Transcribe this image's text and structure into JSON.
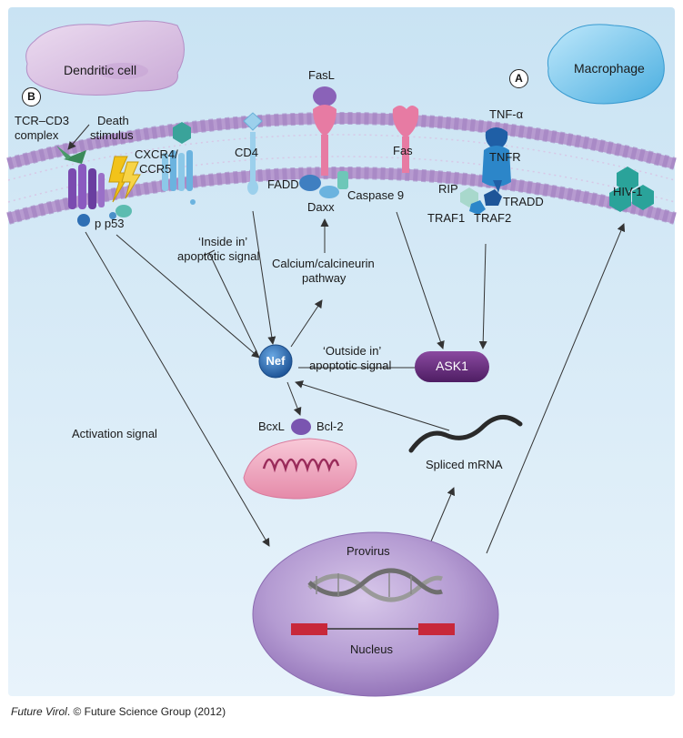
{
  "panel_markers": {
    "a": "A",
    "b": "B"
  },
  "cells": {
    "dendritic": "Dendritic cell",
    "macrophage": "Macrophage"
  },
  "membrane_labels": {
    "tcr_line1": "TCR–CD3",
    "tcr_line2": "complex",
    "death_line1": "Death",
    "death_line2": "stimulus",
    "cxcr4_line1": "CXCR4/",
    "cxcr4_line2": "CCR5",
    "cd4": "CD4",
    "fasl": "FasL",
    "fas": "Fas",
    "fadd": "FADD",
    "daxx": "Daxx",
    "caspase9": "Caspase 9",
    "tnf": "TNF-α",
    "tnfr": "TNFR",
    "rip": "RIP",
    "tradd": "TRADD",
    "traf1": "TRAF1",
    "traf2": "TRAF2",
    "hiv": "HIV-1",
    "p53": "p p53"
  },
  "signals": {
    "inside_line1": "‘Inside in’",
    "inside_line2": "apoptotic signal",
    "calcium_line1": "Calcium/calcineurin",
    "calcium_line2": "pathway",
    "outside_line1": "‘Outside in’",
    "outside_line2": "apoptotic signal",
    "activation": "Activation signal"
  },
  "nodes": {
    "nef": "Nef",
    "ask1": "ASK1"
  },
  "mito_labels": {
    "bcxl": "BcxL",
    "bcl2": "Bcl-2"
  },
  "rna": {
    "spliced": "Spliced mRNA"
  },
  "nucleus": {
    "provirus": "Provirus",
    "label": "Nucleus"
  },
  "credit": {
    "journal": "Future Virol",
    "rest": ". © Future Science Group (2012)"
  },
  "colors": {
    "background_top": "#cfe6f4",
    "background_bottom": "#e6f2fa",
    "membrane": "#b79bd0",
    "nucleus": "#a98cc7",
    "nef": "#2f6fb4",
    "ask1": "#6a2c7e",
    "fas_pink": "#e77ba3",
    "tnfr_blue": "#2c86c9",
    "hiv_teal": "#2aa39a",
    "mito_pink": "#f1a8bf",
    "gene_red": "#c8283a"
  }
}
